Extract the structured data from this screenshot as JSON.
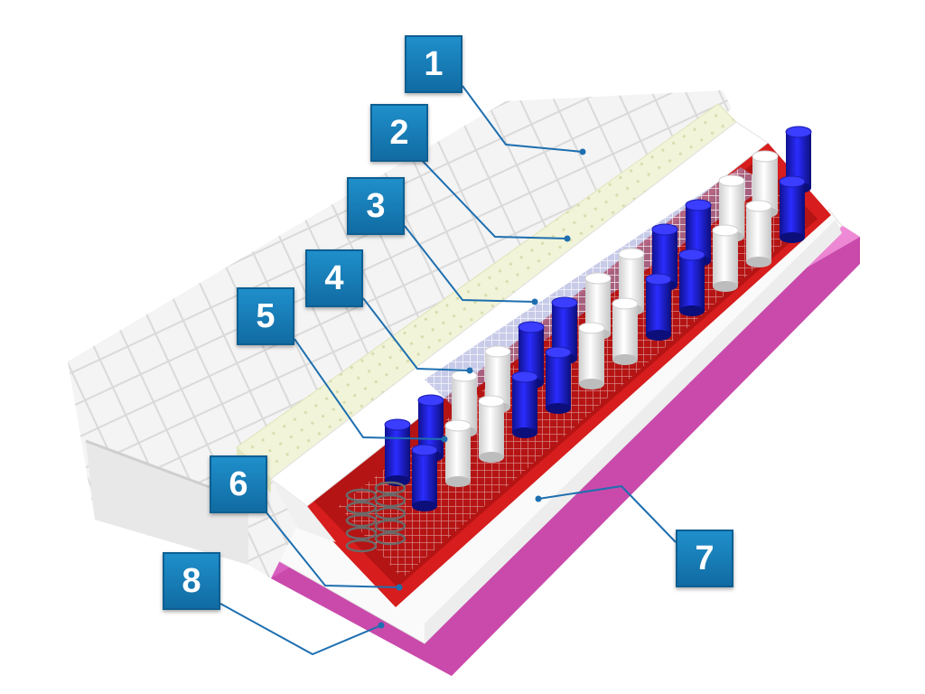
{
  "colors": {
    "cover": "#f4f4f4",
    "latex_foam": "#f1f4d8",
    "border_foam": "#ffffff",
    "red_felt": "#d71d1d",
    "spring_blue": "#1c1ed6",
    "spring_white": "#fbfbfb",
    "pink_base": "#e46ac8",
    "callout_badge": "#1a80bd",
    "leader_line": "#1e6fb0"
  },
  "callouts": [
    {
      "number": "1",
      "layer": "quilted-cover"
    },
    {
      "number": "2",
      "layer": "latex-foam-layer"
    },
    {
      "number": "3",
      "layer": "white-foam-layer"
    },
    {
      "number": "4",
      "layer": "mesh-felt-layer"
    },
    {
      "number": "5",
      "layer": "pocket-springs"
    },
    {
      "number": "6",
      "layer": "red-felt-layer"
    },
    {
      "number": "7",
      "layer": "bottom-foam-layer"
    },
    {
      "number": "8",
      "layer": "pink-base-layer"
    }
  ]
}
